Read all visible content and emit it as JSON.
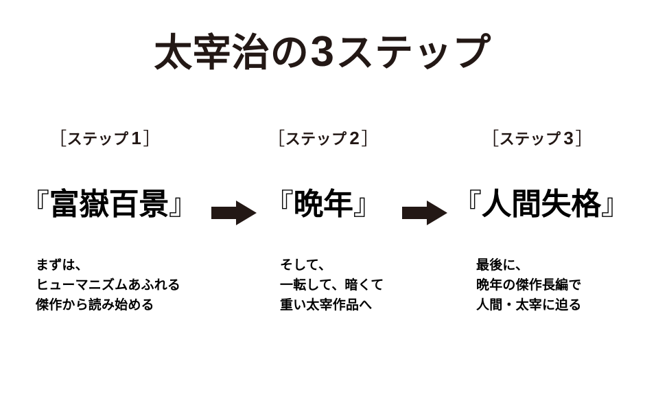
{
  "colors": {
    "background": "#ffffff",
    "title_ink": "#231815",
    "body_ink": "#000000",
    "arrow_fill": "#231815"
  },
  "header": {
    "title_prefix": "太宰治の",
    "title_number": "3",
    "title_suffix": "ステップ",
    "title_full": "太宰治の3ステップ"
  },
  "arrows": [
    {
      "name": "arrow-step1-to-step2",
      "glyph": "right-arrow"
    },
    {
      "name": "arrow-step2-to-step3",
      "glyph": "right-arrow"
    }
  ],
  "steps": [
    {
      "bracket_open": "［",
      "label": "ステップ",
      "number": "1",
      "bracket_close": "］",
      "book_quote_open": "『",
      "book_title": "富嶽百景",
      "book_quote_close": "』",
      "description_lines": [
        "まずは、",
        "ヒューマニズムあふれる",
        "傑作から読み始める"
      ]
    },
    {
      "bracket_open": "［",
      "label": "ステップ",
      "number": "2",
      "bracket_close": "］",
      "book_quote_open": "『",
      "book_title": "晩年",
      "book_quote_close": "』",
      "description_lines": [
        "そして、",
        "一転して、暗くて",
        "重い太宰作品へ"
      ]
    },
    {
      "bracket_open": "［",
      "label": "ステップ",
      "number": "3",
      "bracket_close": "］",
      "book_quote_open": "『",
      "book_title": "人間失格",
      "book_quote_close": "』",
      "description_lines": [
        "最後に、",
        "晩年の傑作長編で",
        "人間・太宰に迫る"
      ]
    }
  ]
}
